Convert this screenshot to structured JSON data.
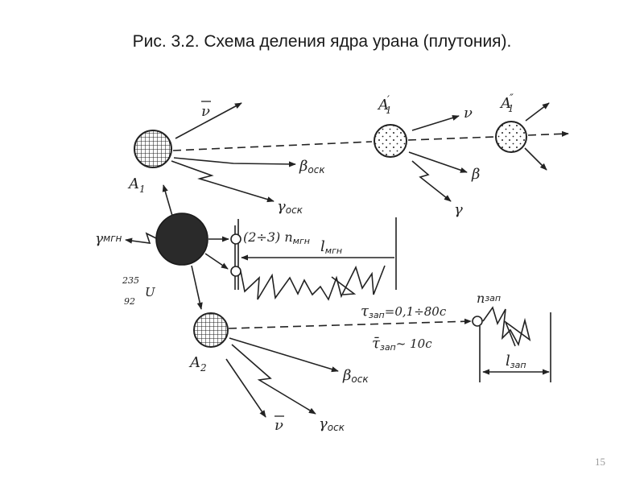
{
  "slide": {
    "title": "Рис. 3.2. Схема деления ядра урана (плутония).",
    "page_number": "15"
  },
  "diagram": {
    "labels": {
      "a1": "A",
      "a1_sub": "1",
      "a1_prime": "A",
      "a1_prime_sub": "1",
      "a1_prime_mark": "′",
      "a1_double": "A",
      "a1_double_sub": "1",
      "a1_double_mark": "″",
      "a2": "A",
      "a2_sub": "2",
      "nu_bar_top": "ν",
      "nu_top_right": "ν",
      "beta_osk_top": "β",
      "beta_osk_top_sub": "оск",
      "gamma_osk_top": "γ",
      "gamma_osk_top_sub": "оск",
      "beta_right": "β",
      "gamma_right": "γ",
      "gamma_mgn": "γ",
      "gamma_mgn_sub": "мгн",
      "prompt_neutrons": "(2÷3) n",
      "prompt_neutrons_sub": "мгн",
      "l_mgn": "l",
      "l_mgn_sub": "мгн",
      "u_mass": "235",
      "u_charge": "92",
      "u_symbol": "U",
      "tau_zap": "τ",
      "tau_zap_sub": "зап",
      "tau_zap_value": "=0,1÷80c",
      "tau_zap_avg": "τ̄",
      "tau_zap_avg_sub": "зап",
      "tau_zap_avg_value": "~ 10c",
      "n_zap": "n",
      "n_zap_sub": "зап",
      "l_zap": "l",
      "l_zap_sub": "зап",
      "beta_osk_bottom": "β",
      "beta_osk_bottom_sub": "оск",
      "gamma_osk_bottom": "γ",
      "gamma_osk_bottom_sub": "оск",
      "nu_bar_bottom": "ν"
    }
  }
}
